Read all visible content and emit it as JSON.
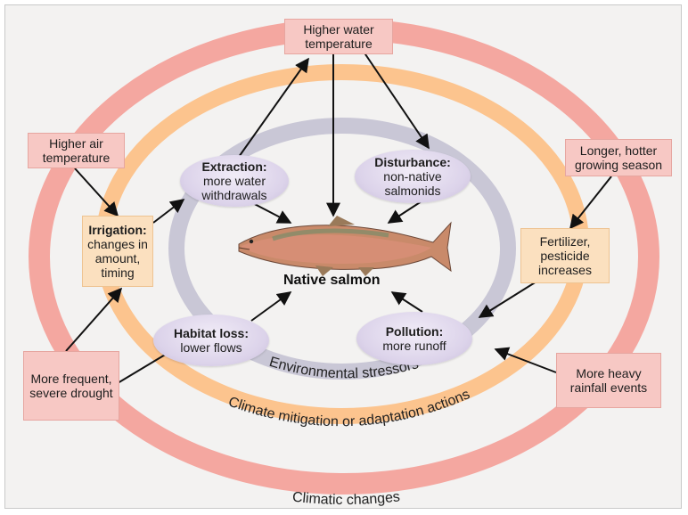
{
  "colors": {
    "outer_ring": "#f4a7a0",
    "middle_ring": "#fcc48e",
    "inner_ring": "#c9c7d6",
    "box_pink": "#f7c8c4",
    "box_peach": "#fbe0bf",
    "oval": "#dcd3ea",
    "arrow": "#111111"
  },
  "rings": {
    "outer": "Climatic changes",
    "middle": "Climate mitigation or adaptation actions",
    "inner": "Environmental stressors"
  },
  "center": {
    "label": "Native salmon",
    "icon": "salmon-icon"
  },
  "boxes": {
    "higher_water_temp": "Higher water temperature",
    "higher_air_temp": "Higher air temperature",
    "longer_season": "Longer, hotter growing season",
    "irrigation_title": "Irrigation:",
    "irrigation_body": "changes in amount, timing",
    "fertilizer": "Fertilizer, pesticide increases",
    "drought": "More frequent, severe drought",
    "rainfall": "More heavy rainfall events"
  },
  "stressors": {
    "extraction": {
      "title": "Extraction:",
      "body": "more water withdrawals"
    },
    "disturbance": {
      "title": "Disturbance:",
      "body": "non-native salmonids"
    },
    "habitat": {
      "title": "Habitat loss:",
      "body": "lower flows"
    },
    "pollution": {
      "title": "Pollution:",
      "body": "more runoff"
    }
  }
}
